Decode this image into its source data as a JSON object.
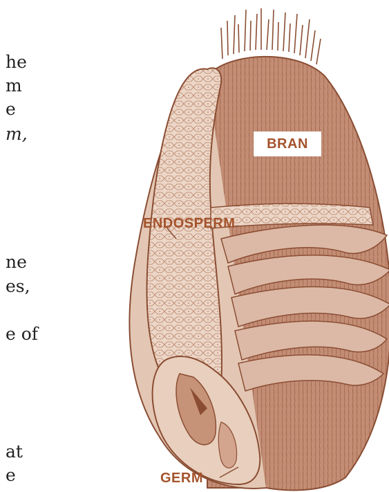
{
  "colors": {
    "bran": "#c08a72",
    "bran_dark": "#8a4d33",
    "endosperm": "#e9d3c4",
    "outline": "#8a4d33",
    "label": "#a4532c"
  },
  "labels": {
    "bran": "BRAN",
    "endosperm": "ENDOSPERM",
    "germ": "GERM"
  },
  "left_text_fragments": [
    "he",
    "m",
    "e",
    "m,",
    "ne",
    "es,",
    "e of",
    "at",
    "e"
  ]
}
